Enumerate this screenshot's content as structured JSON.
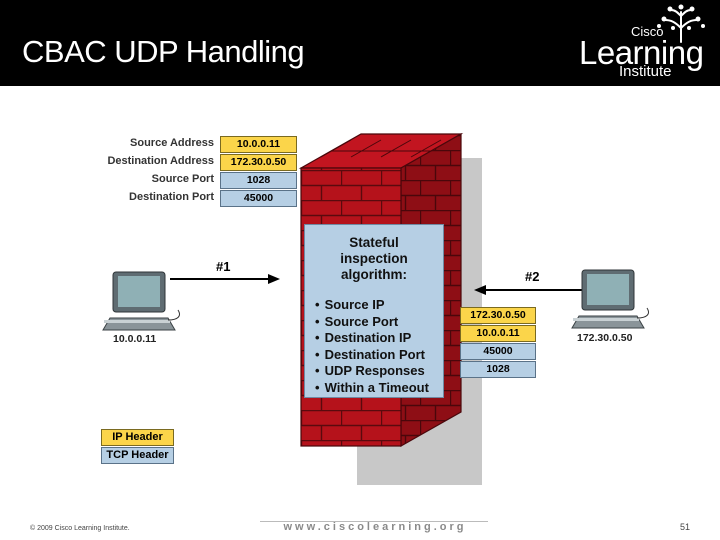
{
  "slide": {
    "title": "CBAC UDP Handling",
    "page_number": "51",
    "footer_left": "© 2009 Cisco Learning Institute.",
    "footer_url": "www.ciscolearning.org"
  },
  "logo": {
    "cisco": "Cisco",
    "learning": "Learning",
    "institute": "Institute"
  },
  "outbound_packet": {
    "fields": [
      {
        "label": "Source Address",
        "value": "10.0.0.11"
      },
      {
        "label": "Destination Address",
        "value": "172.30.0.50"
      },
      {
        "label": "Source Port",
        "value": "1028"
      },
      {
        "label": "Destination Port",
        "value": "45000"
      }
    ]
  },
  "return_packet": {
    "values": [
      "172.30.0.50",
      "10.0.0.11",
      "45000",
      "1028"
    ]
  },
  "inspection": {
    "title_lines": [
      "Stateful",
      "inspection",
      "algorithm:"
    ],
    "criteria": [
      "Source IP",
      "Source Port",
      "Destination IP",
      "Destination Port",
      "UDP Responses",
      "Within a Timeout"
    ]
  },
  "flows": {
    "first": "#1",
    "second": "#2"
  },
  "hosts": {
    "left": "10.0.0.11",
    "right": "172.30.0.50"
  },
  "legend": {
    "ip_header": "IP Header",
    "tcp_header": "TCP Header"
  },
  "colors": {
    "ip_header": "#fbd54a",
    "tcp_header": "#b6cfe4",
    "brick": "#b5121b",
    "header_bg": "#000000"
  }
}
